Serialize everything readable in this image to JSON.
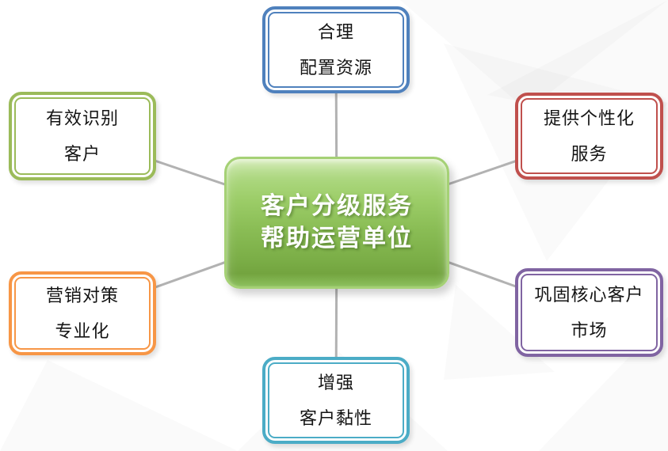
{
  "diagram": {
    "title": "客户分级服务帮助运营单位",
    "center": {
      "lines": [
        "客户分级服务",
        "帮助运营单位"
      ],
      "border_color": "#a5d175",
      "fill_top_color": "#b2db87",
      "fill_bottom_color": "#73a43f",
      "text_color": "#ffffff"
    },
    "nodes": [
      {
        "id": "top",
        "lines": [
          "合理",
          "配置资源"
        ],
        "border_color": "#4F81BD"
      },
      {
        "id": "top-left",
        "lines": [
          "有效识别",
          "客户"
        ],
        "border_color": "#9BBB59"
      },
      {
        "id": "top-right",
        "lines": [
          "提供个性化",
          "服务"
        ],
        "border_color": "#C0504D"
      },
      {
        "id": "bottom-left",
        "lines": [
          "营销对策",
          "专业化"
        ],
        "border_color": "#F79646"
      },
      {
        "id": "bottom-right",
        "lines": [
          "巩固核心客户",
          "市场"
        ],
        "border_color": "#8064A2"
      },
      {
        "id": "bottom",
        "lines": [
          "增强",
          "客户黏性"
        ],
        "border_color": "#4BACC6"
      }
    ],
    "connector_color": "#b2b2b2",
    "background_color": "#ffffff",
    "node_text_color": "#141414"
  }
}
